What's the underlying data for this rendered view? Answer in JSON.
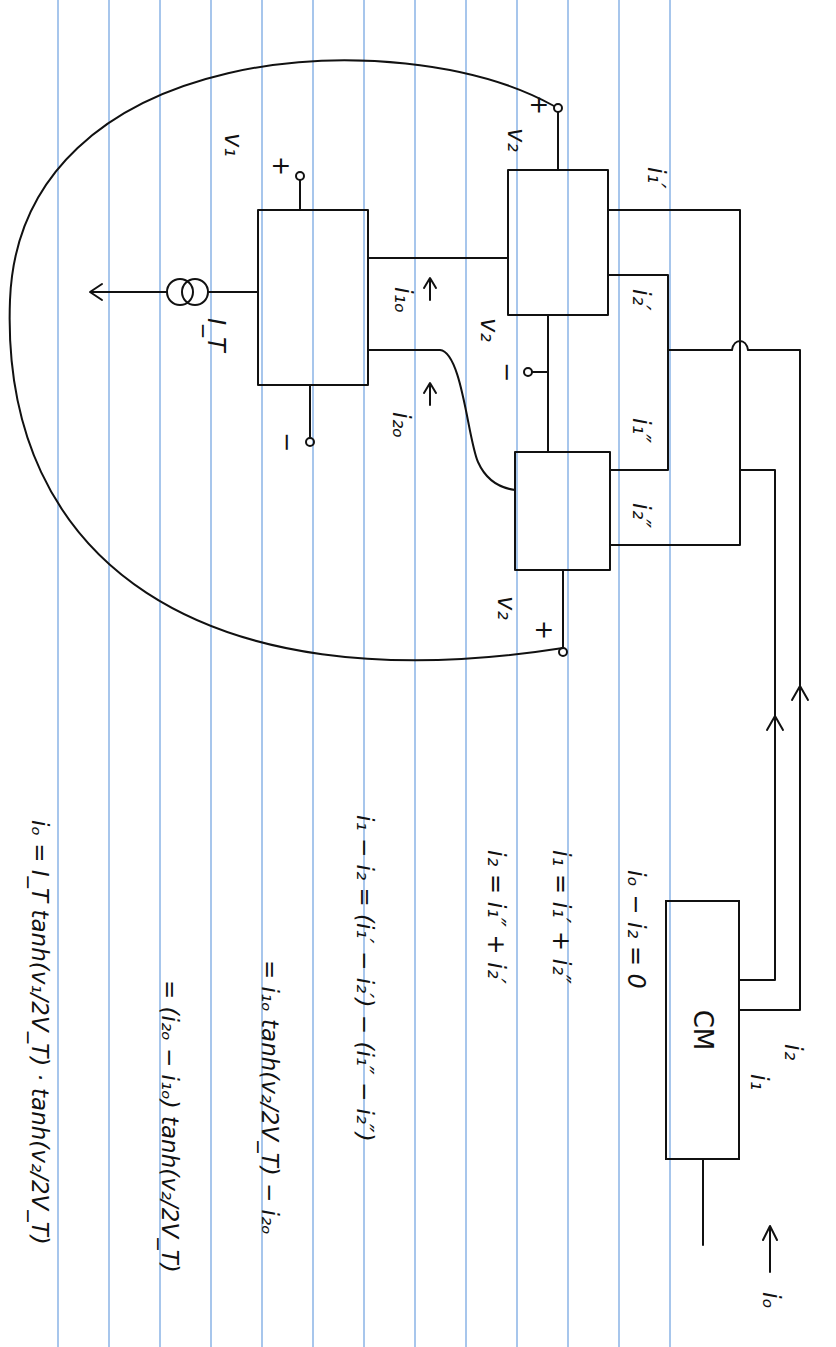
{
  "diagram": {
    "nodes": [
      {
        "text": [
          "CM"
        ]
      }
    ],
    "labels": [
      "+",
      "v₂",
      "i₁′",
      "i₂′",
      "v₂",
      "−",
      "i₁″",
      "i₂″",
      "v₂",
      "+",
      "i₁ₒ",
      "i₂ₒ",
      "v₁",
      "+",
      "−",
      "I_T",
      "i₂",
      "i₁",
      "iₒ",
      "iₒ − i₂ = 0",
      "i₁ = i₁′ + i₂″",
      "i₂ = i₁″ + i₂′",
      "i₁ − i₂ = (i₁′ − i₂′) − (i₁″ − i₂″)",
      "= i₁ₒ tanh(v₂/2V_T) − i₂ₒ",
      "= (i₂ₒ − i₁ₒ) tanh(v₂/2V_T)",
      "iₒ = I_T tanh(v₁/2V_T) · tanh(v₂/2V_T)"
    ]
  }
}
